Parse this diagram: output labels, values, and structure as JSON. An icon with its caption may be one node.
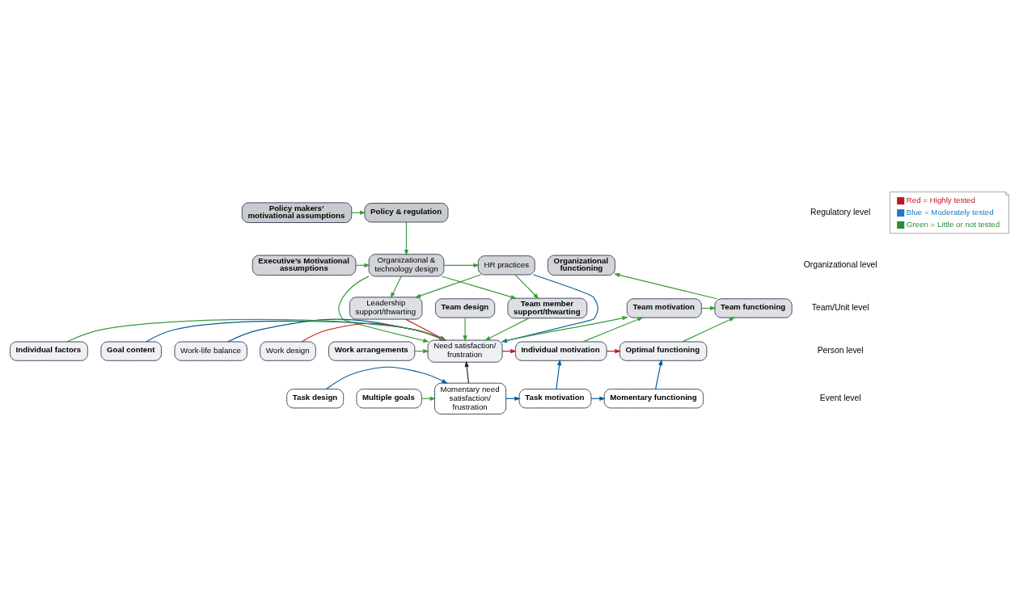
{
  "diagram": {
    "nodes": [
      {
        "text": [
          "Policy makers’ motivational assumptions"
        ]
      },
      {
        "text": [
          "Policy & regulation"
        ]
      },
      {
        "text": [
          "Executive’s Motivational assumptions"
        ]
      },
      {
        "text": [
          "Organizational & technology design"
        ]
      },
      {
        "text": [
          "HR practices"
        ]
      },
      {
        "text": [
          "Organizational functioning"
        ]
      },
      {
        "text": [
          "Leadership support/thwarting"
        ]
      },
      {
        "text": [
          "Team design"
        ]
      },
      {
        "text": [
          "Team member support/thwarting"
        ]
      },
      {
        "text": [
          "Team motivation"
        ]
      },
      {
        "text": [
          "Team functioning"
        ]
      },
      {
        "text": [
          "Goal content"
        ]
      },
      {
        "text": [
          "Work-life balance"
        ]
      },
      {
        "text": [
          "Work design"
        ]
      },
      {
        "text": [
          "Work arrangements"
        ]
      },
      {
        "text": [
          "Individual factors"
        ]
      },
      {
        "text": [
          "Need satisfaction/ frustration"
        ]
      },
      {
        "text": [
          "Individual motivation"
        ]
      },
      {
        "text": [
          "Optimal functioning"
        ]
      },
      {
        "text": [
          "Task design"
        ]
      },
      {
        "text": [
          "Multiple goals"
        ]
      },
      {
        "text": [
          "Momentary need satisfaction/ frustration"
        ]
      },
      {
        "text": [
          "Task motivation"
        ]
      },
      {
        "text": [
          "Momentary functioning"
        ]
      }
    ],
    "edges": [
      {
        "from": 0,
        "to": 1,
        "arrow": "to"
      },
      {
        "from": 1,
        "to": 3,
        "arrow": "to"
      },
      {
        "from": 2,
        "to": 3,
        "arrow": "to"
      },
      {
        "from": 3,
        "to": 4,
        "arrow": "to"
      },
      {
        "from": 3,
        "to": 6,
        "arrow": "to"
      },
      {
        "from": 3,
        "to": 8,
        "arrow": "to"
      },
      {
        "from": 3,
        "to": 16,
        "arrow": "to"
      },
      {
        "from": 4,
        "to": 6,
        "arrow": "to"
      },
      {
        "from": 4,
        "to": 8,
        "arrow": "to"
      },
      {
        "from": 4,
        "to": 16,
        "arrow": "to",
        "color": "#005a9c"
      },
      {
        "from": 6,
        "to": 16,
        "arrow": "to",
        "color": "#c0161f"
      },
      {
        "from": 7,
        "to": 16,
        "arrow": "to"
      },
      {
        "from": 8,
        "to": 16,
        "arrow": "to"
      },
      {
        "from": 16,
        "to": 9,
        "arrow": "to"
      },
      {
        "from": 9,
        "to": 10,
        "arrow": "to"
      },
      {
        "from": 10,
        "to": 5,
        "arrow": "to"
      },
      {
        "from": 11,
        "to": 16,
        "arrow": "to",
        "color": "#005a9c"
      },
      {
        "from": 12,
        "to": 16,
        "arrow": "to",
        "color": "#005a9c"
      },
      {
        "from": 13,
        "to": 16,
        "arrow": "to",
        "color": "#c0161f"
      },
      {
        "from": 14,
        "to": 16,
        "arrow": "to"
      },
      {
        "from": 15,
        "to": 16,
        "arrow": "to"
      },
      {
        "from": 16,
        "to": 17,
        "arrow": "to",
        "color": "#c0161f"
      },
      {
        "from": 17,
        "to": 18,
        "arrow": "to",
        "color": "#c0161f"
      },
      {
        "from": 17,
        "to": 9,
        "arrow": "to"
      },
      {
        "from": 18,
        "to": 10,
        "arrow": "to"
      },
      {
        "from": 21,
        "to": 16,
        "arrow": "to",
        "color": "#222222"
      },
      {
        "from": 19,
        "to": 21,
        "arrow": "to",
        "color": "#005a9c"
      },
      {
        "from": 20,
        "to": 21,
        "arrow": "to"
      },
      {
        "from": 21,
        "to": 22,
        "arrow": "to",
        "color": "#005a9c"
      },
      {
        "from": 22,
        "to": 23,
        "arrow": "to",
        "color": "#005a9c"
      },
      {
        "from": 22,
        "to": 17,
        "arrow": "to",
        "color": "#005a9c"
      },
      {
        "from": 23,
        "to": 18,
        "arrow": "to",
        "color": "#005a9c"
      }
    ],
    "labels": [
      "Regulatory level",
      "Organizational level",
      "Team/Unit level",
      "Person level",
      "Event level"
    ],
    "legend": [
      {
        "text": "Red = Highly tested",
        "color": "#c0161f"
      },
      {
        "text": "Blue = Moderately tested",
        "color": "#1f78c8"
      },
      {
        "text": "Green = Little or not tested",
        "color": "#2e8b3a"
      }
    ]
  }
}
